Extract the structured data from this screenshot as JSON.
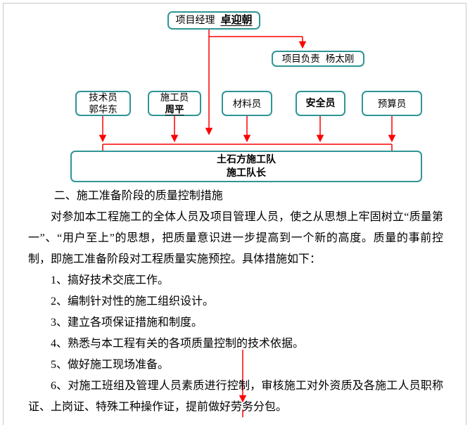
{
  "page": {
    "accent_line_color": "#fe0000",
    "box_border_color": "#2f9595"
  },
  "org_chart": {
    "manager": {
      "label": "项目经理",
      "name": "卓迎朝"
    },
    "leader": {
      "label": "项目负责",
      "name": "杨太刚"
    },
    "staff": [
      {
        "title": "技术员",
        "name": "郭华东"
      },
      {
        "title": "施工员",
        "name": "周平"
      },
      {
        "title": "材料员",
        "name": ""
      },
      {
        "title": "安全员",
        "name": ""
      },
      {
        "title": "预算员",
        "name": ""
      }
    ],
    "team": {
      "line1": "土石方施工队",
      "line2": "施工队长"
    }
  },
  "content": {
    "heading": "二、施工准备阶段的质量控制措施",
    "paragraph": "对参加本工程施工的全体人员及项目管理人员，使之从思想上牢固树立“质量第一”、“用户至上”的思想，把质量意识进一步提高到一个新的高度。质量的事前控制，即施工准备阶段对工程质量实施预控。具体措施如下：",
    "items": [
      "1、搞好技术交底工作。",
      "2、编制针对性的施工组织设计。",
      "3、建立各项保证措施和制度。",
      "4、熟悉与本工程有关的各项质量控制的技术依据。",
      "5、做好施工现场准备。",
      "6、对施工班组及管理人员素质进行控制，审核施工对外资质及各施工人员职称证、上岗证、特殊工种操作证，提前做好劳务分包。"
    ]
  }
}
